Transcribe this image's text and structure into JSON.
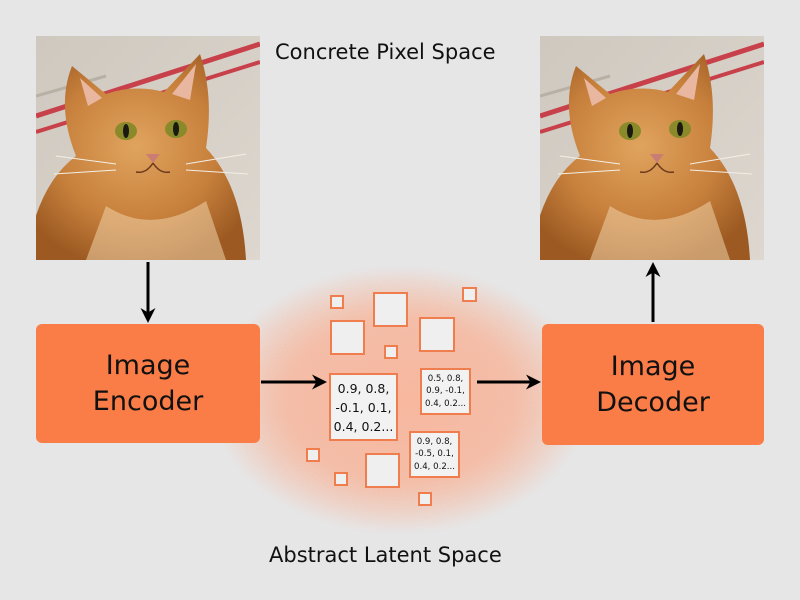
{
  "labels": {
    "pixel_space": "Concrete Pixel Space",
    "latent_space": "Abstract Latent Space"
  },
  "encoder": {
    "line1": "Image",
    "line2": "Encoder"
  },
  "decoder": {
    "line1": "Image",
    "line2": "Decoder"
  },
  "vectors": [
    {
      "lines": [
        "0.9, 0.8,",
        "-0.1, 0.1,",
        "0.4, 0.2..."
      ]
    },
    {
      "lines": [
        "0.5, 0.8,",
        "0.9, -0.1,",
        "0.4, 0.2..."
      ]
    },
    {
      "lines": [
        "0.9, 0.8,",
        "-0.5, 0.1,",
        "0.4, 0.2..."
      ]
    }
  ],
  "colors": {
    "background": "#e6e6e6",
    "accent": "#fa7c47",
    "latent_noise": "#f3a184",
    "arrow": "#000000"
  }
}
